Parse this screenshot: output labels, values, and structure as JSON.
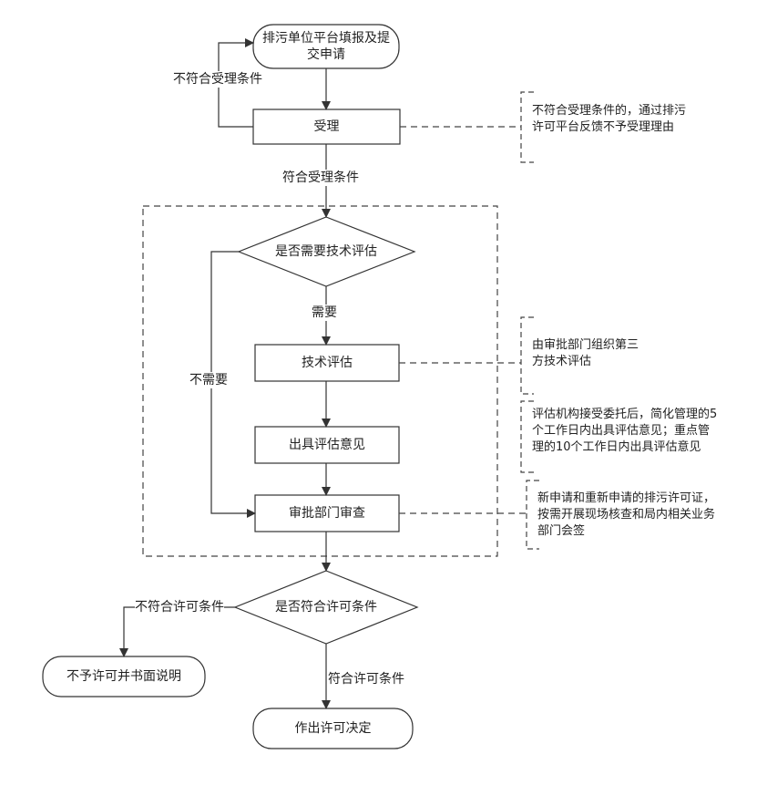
{
  "nodes": {
    "submit": "排污单位平台填报及提交申请",
    "accept": "受理",
    "need_assess": "是否需要技术评估",
    "tech_assess": "技术评估",
    "issue_opinion": "出具评估意见",
    "dept_review": "审批部门审查",
    "meets_conditions": "是否符合许可条件",
    "deny": "不予许可并书面说明",
    "decision": "作出许可决定"
  },
  "edges": {
    "not_accept_loop": "不符合受理条件",
    "accept_ok": "符合受理条件",
    "need": "需要",
    "no_need": "不需要",
    "not_meet": "不符合许可条件",
    "meet": "符合许可条件"
  },
  "notes": {
    "reject_reason": "不符合受理条件的，通过排污许可平台反馈不予受理理由",
    "third_party": "由审批部门组织第三方技术评估",
    "timeline": "评估机构接受委托后，简化管理的5个工作日内出具评估意见；重点管理的10个工作日内出具评估意见",
    "site_check": "新申请和重新申请的排污许可证，按需开展现场核查和局内相关业务部门会签"
  }
}
